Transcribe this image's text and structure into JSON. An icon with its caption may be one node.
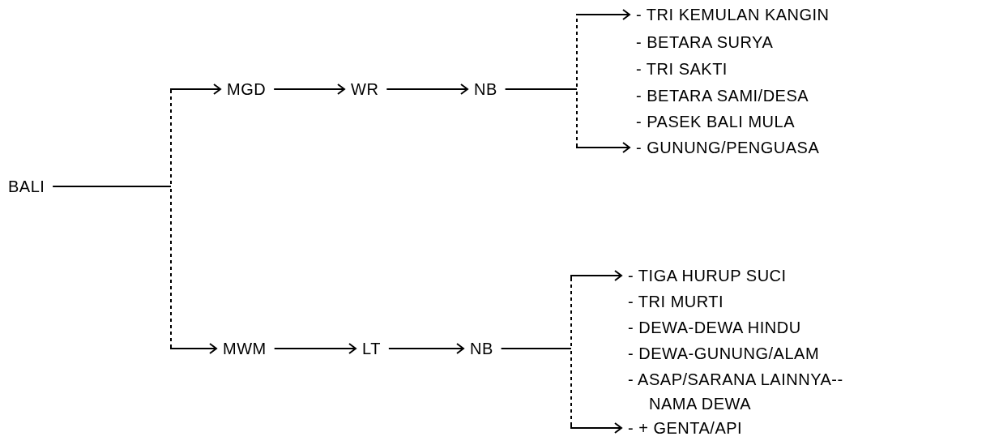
{
  "diagram": {
    "nodes": [
      {
        "text": [
          "BALI"
        ]
      },
      {
        "text": [
          "MGD"
        ]
      },
      {
        "text": [
          "WR"
        ]
      },
      {
        "text": [
          "NB"
        ]
      },
      {
        "text": [
          "- TRI KEMULAN KANGIN"
        ]
      },
      {
        "text": [
          "- BETARA SURYA"
        ]
      },
      {
        "text": [
          "- TRI SAKTI"
        ]
      },
      {
        "text": [
          "- BETARA SAMI/DESA"
        ]
      },
      {
        "text": [
          "- PASEK BALI MULA"
        ]
      },
      {
        "text": [
          "- GUNUNG/PENGUASA"
        ]
      },
      {
        "text": [
          "MWM"
        ]
      },
      {
        "text": [
          "LT"
        ]
      },
      {
        "text": [
          "NB"
        ]
      },
      {
        "text": [
          "- TIGA HURUP SUCI"
        ]
      },
      {
        "text": [
          "- TRI MURTI"
        ]
      },
      {
        "text": [
          "- DEWA-DEWA HINDU"
        ]
      },
      {
        "text": [
          "- DEWA-GUNUNG/ALAM"
        ]
      },
      {
        "text": [
          "- ASAP/SARANA LAINNYA-- NAMA DEWA"
        ]
      },
      {
        "text": [
          "- + GENTA/API"
        ]
      }
    ],
    "edges": [
      {
        "from": 0,
        "to": 1,
        "arrow": "to",
        "style": "dashed"
      },
      {
        "from": 1,
        "to": 2,
        "arrow": "to"
      },
      {
        "from": 2,
        "to": 3,
        "arrow": "to"
      },
      {
        "from": 3,
        "to": 4,
        "arrow": "to",
        "style": "dashed"
      },
      {
        "from": 3,
        "to": 9,
        "arrow": "to",
        "style": "dashed"
      },
      {
        "from": 0,
        "to": 10,
        "arrow": "to",
        "style": "dashed"
      },
      {
        "from": 10,
        "to": 11,
        "arrow": "to"
      },
      {
        "from": 11,
        "to": 12,
        "arrow": "to"
      },
      {
        "from": 12,
        "to": 13,
        "arrow": "to",
        "style": "dashed"
      },
      {
        "from": 12,
        "to": 18,
        "arrow": "to",
        "style": "dashed"
      }
    ]
  }
}
